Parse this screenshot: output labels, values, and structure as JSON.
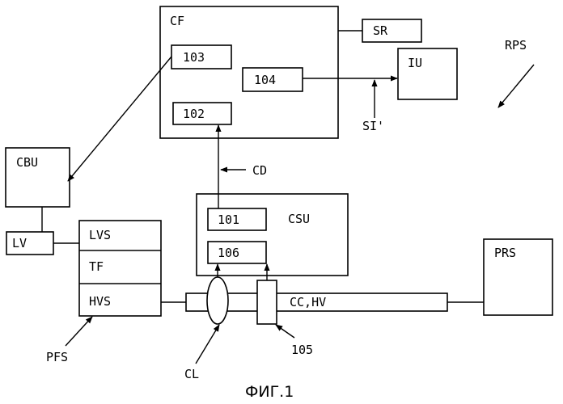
{
  "labels": {
    "cf": "CF",
    "sr": "SR",
    "iu": "IU",
    "rps": "RPS",
    "b103": "103",
    "b104": "104",
    "b102": "102",
    "si": "SI'",
    "cbu": "CBU",
    "cd": "CD",
    "csu": "CSU",
    "b101": "101",
    "b106": "106",
    "lv": "LV",
    "lvs": "LVS",
    "tf": "TF",
    "hvs": "HVS",
    "prs": "PRS",
    "cchv": "CC,HV",
    "pfs": "PFS",
    "cl": "CL",
    "n105": "105"
  },
  "caption": "ФИГ.1"
}
